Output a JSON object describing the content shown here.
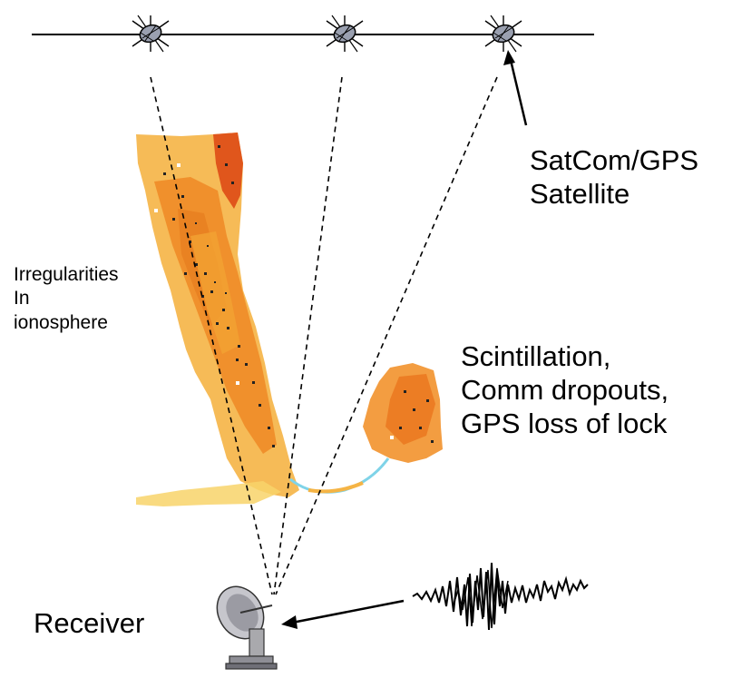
{
  "satellite_label": {
    "line1": "SatCom/GPS",
    "line2": "Satellite"
  },
  "irregularities_label": {
    "line1": "Irregularities",
    "line2": "In",
    "line3": "ionosphere"
  },
  "effects_label": {
    "line1": "Scintillation,",
    "line2": "Comm dropouts,",
    "line3": "GPS loss of lock"
  },
  "receiver_label": "Receiver",
  "icons": [
    "satellite-icon",
    "satellite-dish-icon",
    "signal-waveform-icon"
  ],
  "colors": {
    "line": "#000000",
    "plasma_yellow": "#f7c23a",
    "plasma_orange": "#f0902a",
    "plasma_red": "#e05a1a",
    "plasma_cyan": "#7fd3e8",
    "dish": "#a9a9ad"
  }
}
